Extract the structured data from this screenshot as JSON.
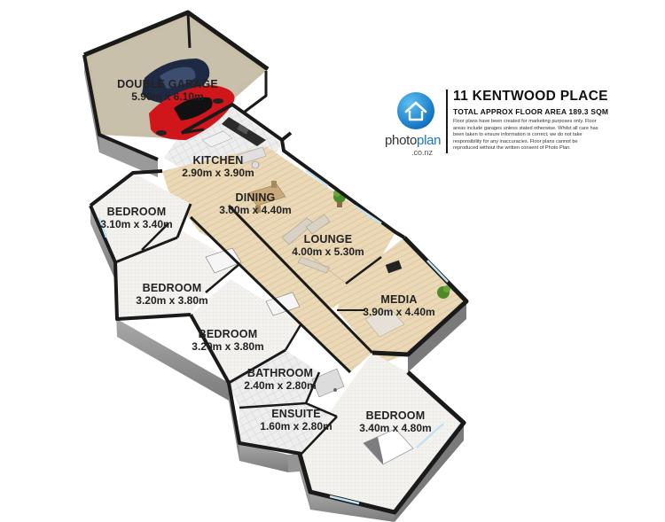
{
  "header": {
    "address": "11 KENTWOOD PLACE",
    "floor_area": "TOTAL APPROX FLOOR AREA 189.3 SQM",
    "disclaimer": "Floor plans have been created for marketing purposes only. Floor areas include garages unless stated otherwise. Whilst all care has been taken to ensure information is correct, we do not take responsibility for any inaccuracies. Floor plans cannot be reproduced without the written consent of Photo Plan."
  },
  "brand": {
    "name_part1": "photo",
    "name_part2": "plan",
    "tld": ".co.nz",
    "icon": "house-icon",
    "color": "#1476c4"
  },
  "rooms": [
    {
      "id": "double-garage",
      "name": "DOUBLE GARAGE",
      "dimensions": "5.90m x 6.10m"
    },
    {
      "id": "kitchen",
      "name": "KITCHEN",
      "dimensions": "2.90m x 3.90m"
    },
    {
      "id": "dining",
      "name": "DINING",
      "dimensions": "3.00m x 4.40m"
    },
    {
      "id": "bedroom-1",
      "name": "BEDROOM",
      "dimensions": "3.10m x 3.40m"
    },
    {
      "id": "lounge",
      "name": "LOUNGE",
      "dimensions": "4.00m x 5.30m"
    },
    {
      "id": "bedroom-2",
      "name": "BEDROOM",
      "dimensions": "3.20m x 3.80m"
    },
    {
      "id": "media",
      "name": "MEDIA",
      "dimensions": "3.90m x 4.40m"
    },
    {
      "id": "bedroom-3",
      "name": "BEDROOM",
      "dimensions": "3.20m x 3.80m"
    },
    {
      "id": "bathroom",
      "name": "BATHROOM",
      "dimensions": "2.40m x 2.80m"
    },
    {
      "id": "ensuite",
      "name": "ENSUITE",
      "dimensions": "1.60m x 2.80m"
    },
    {
      "id": "bedroom-4",
      "name": "BEDROOM",
      "dimensions": "3.40m x 4.80m"
    }
  ],
  "colors": {
    "floor_wood": "#e9d7b5",
    "floor_tile": "#ececec",
    "wall_top": "#1a1a1a",
    "wall_face": "#8c8c8c",
    "car_red": "#d0151b",
    "car_navy": "#1e2a44"
  }
}
